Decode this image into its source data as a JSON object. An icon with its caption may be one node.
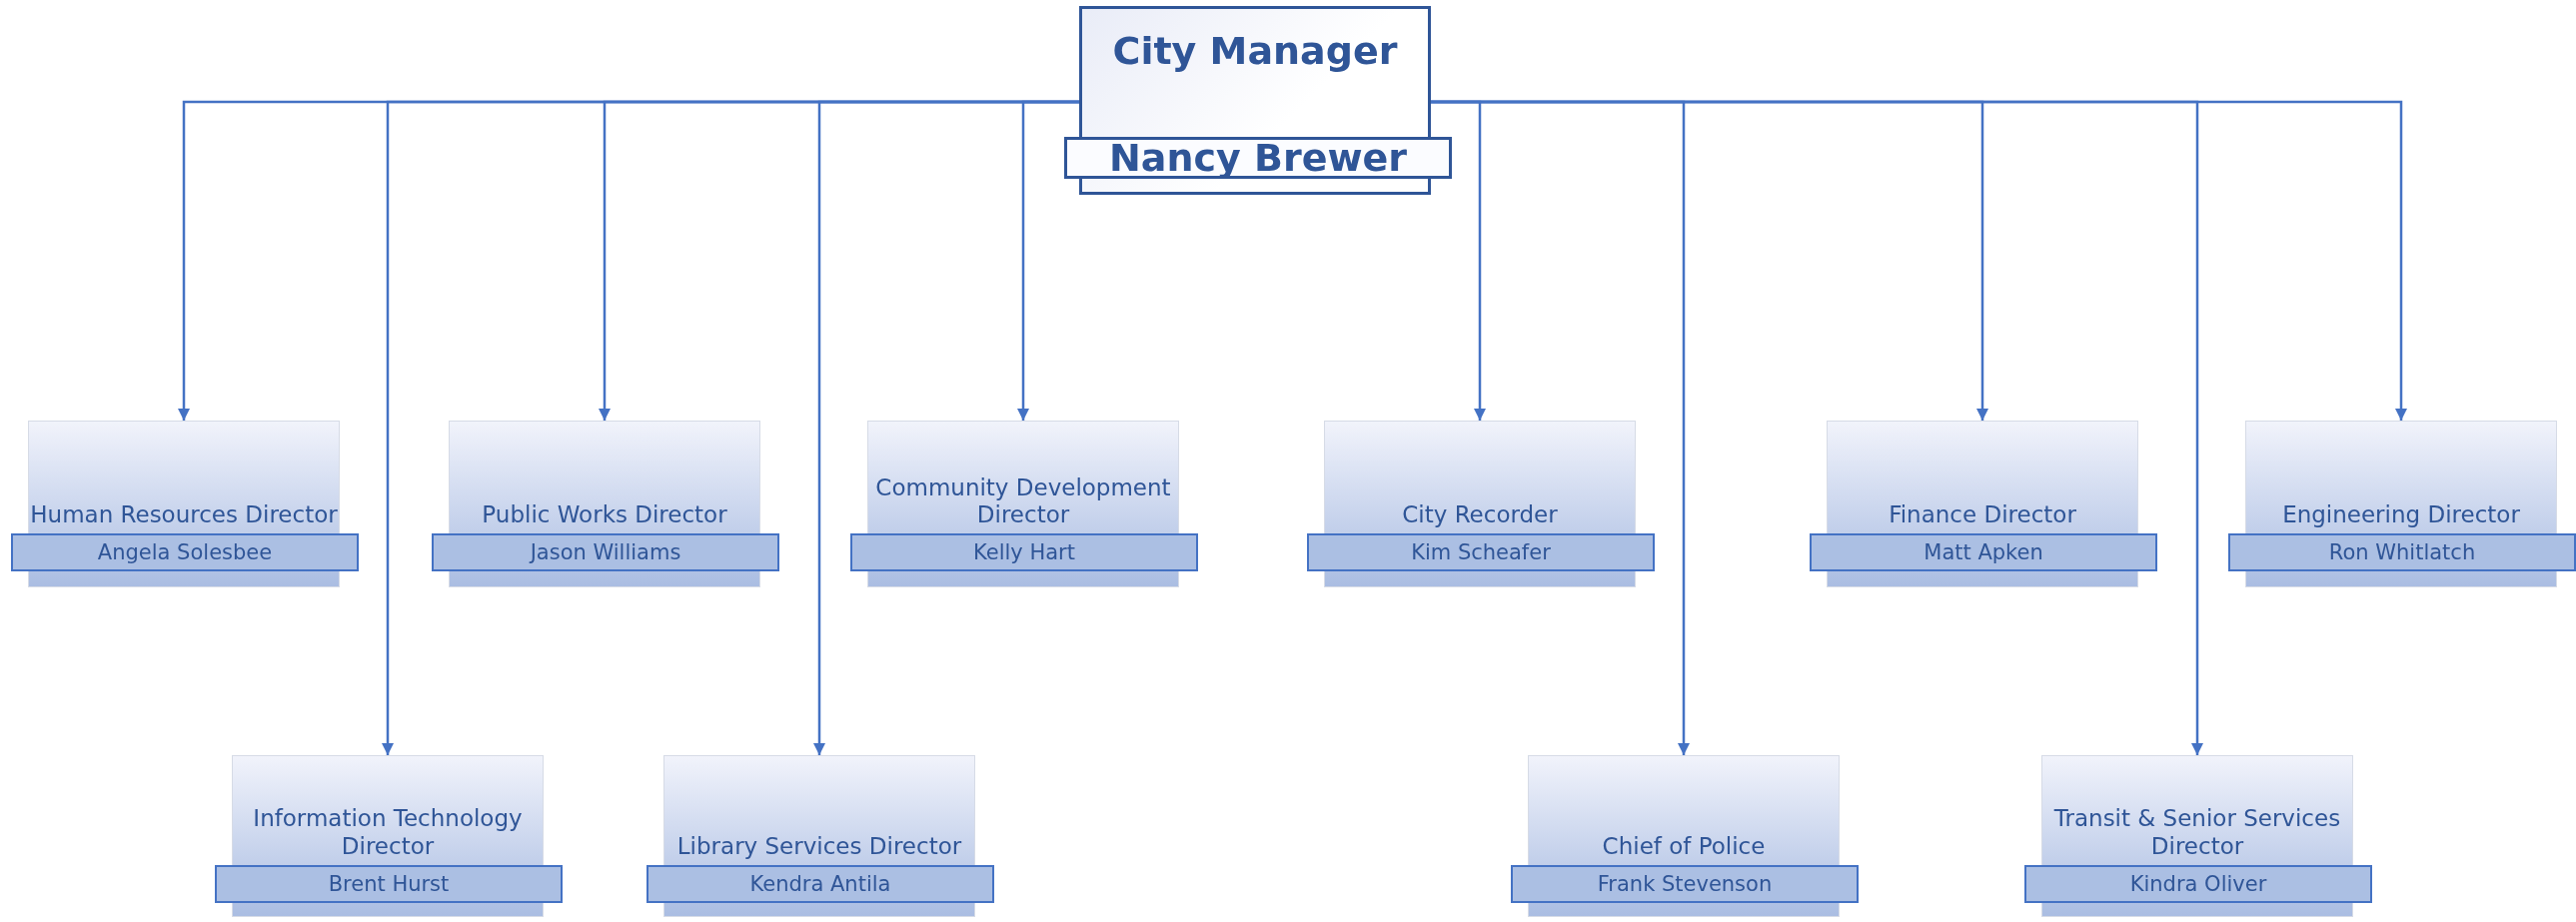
{
  "diagram": {
    "nodes": [
      {
        "text": [
          "City Manager",
          "Nancy Brewer"
        ]
      },
      {
        "text": [
          "Human Resources Director",
          "Angela Solesbee"
        ]
      },
      {
        "text": [
          "Information Technology Director",
          "Brent Hurst"
        ]
      },
      {
        "text": [
          "Public Works Director",
          "Jason Williams"
        ]
      },
      {
        "text": [
          "Library Services Director",
          "Kendra Antila"
        ]
      },
      {
        "text": [
          "Community Development Director",
          "Kelly Hart"
        ]
      },
      {
        "text": [
          "City Recorder",
          "Kim Scheafer"
        ]
      },
      {
        "text": [
          "Chief of Police",
          "Frank Stevenson"
        ]
      },
      {
        "text": [
          "Finance Director",
          "Matt Apken"
        ]
      },
      {
        "text": [
          "Transit & Senior Services Director",
          "Kindra Oliver"
        ]
      },
      {
        "text": [
          "Engineering Director",
          "Ron Whitlatch"
        ]
      }
    ],
    "edges": [
      {
        "from": 0,
        "to": 1,
        "arrow": "to"
      },
      {
        "from": 0,
        "to": 2,
        "arrow": "to"
      },
      {
        "from": 0,
        "to": 3,
        "arrow": "to"
      },
      {
        "from": 0,
        "to": 4,
        "arrow": "to"
      },
      {
        "from": 0,
        "to": 5,
        "arrow": "to"
      },
      {
        "from": 0,
        "to": 6,
        "arrow": "to"
      },
      {
        "from": 0,
        "to": 7,
        "arrow": "to"
      },
      {
        "from": 0,
        "to": 8,
        "arrow": "to"
      },
      {
        "from": 0,
        "to": 9,
        "arrow": "to"
      },
      {
        "from": 0,
        "to": 10,
        "arrow": "to"
      }
    ]
  }
}
